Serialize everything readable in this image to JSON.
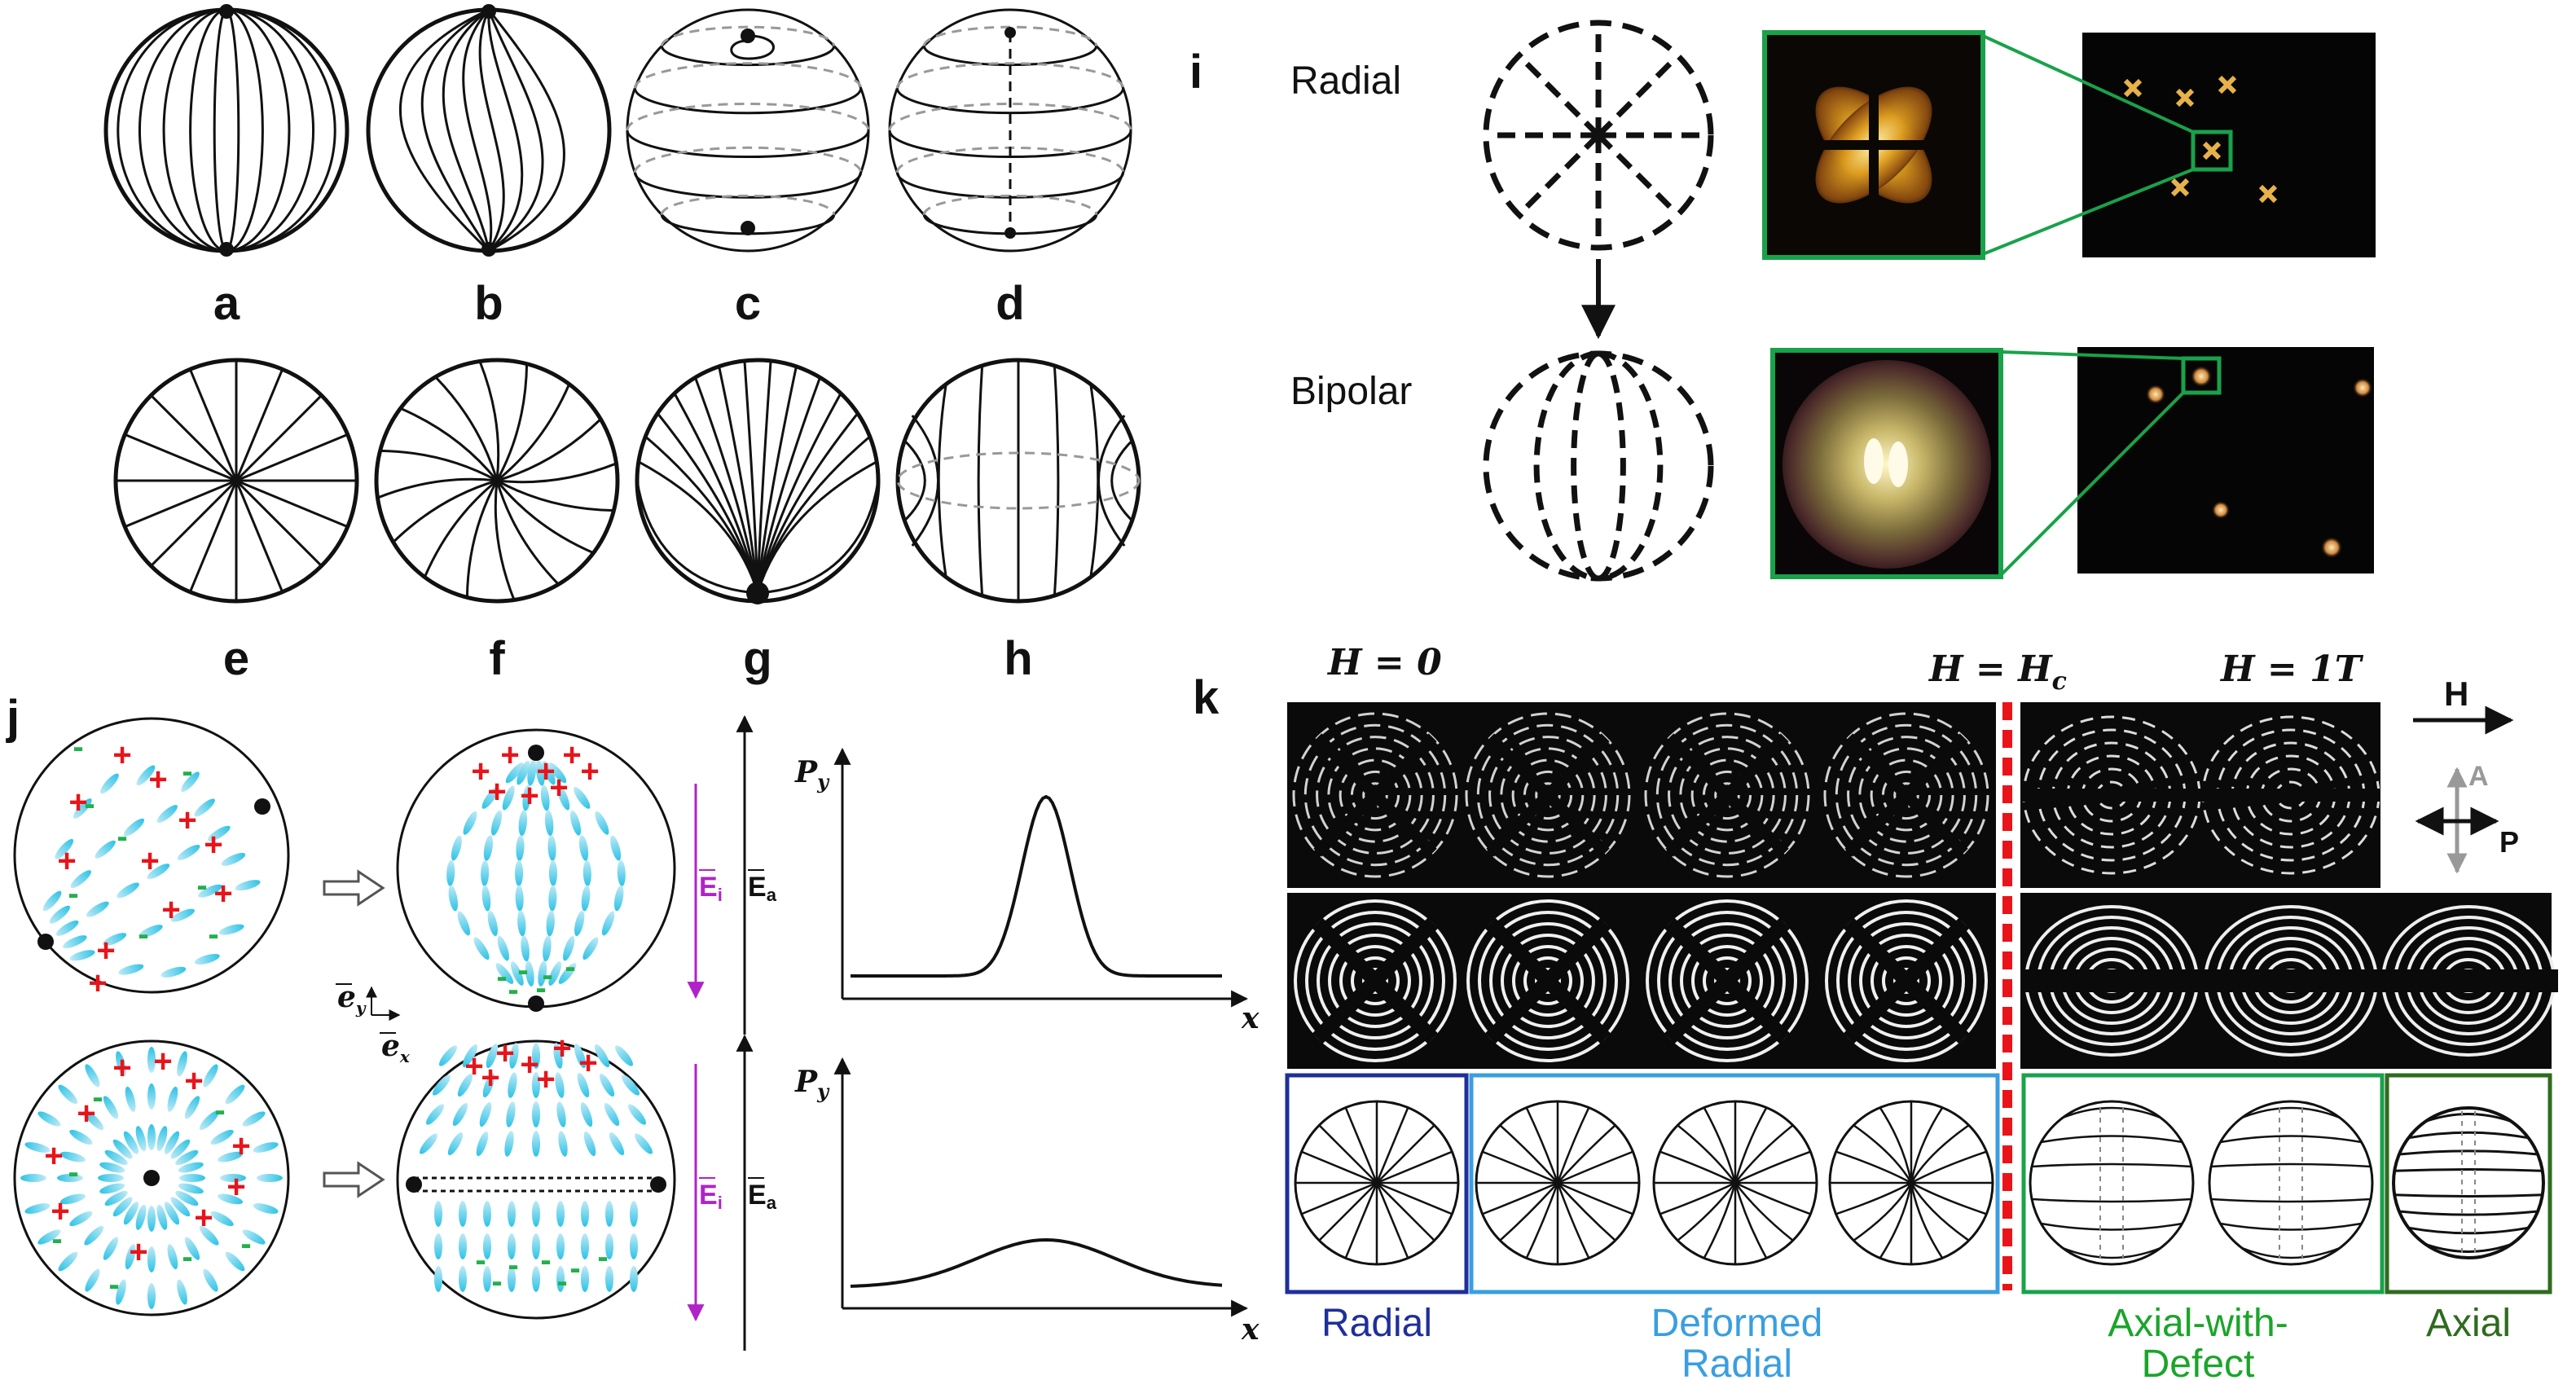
{
  "panels": {
    "a": "a",
    "b": "b",
    "c": "c",
    "d": "d",
    "e": "e",
    "f": "f",
    "g": "g",
    "h": "h",
    "i": "i",
    "j": "j",
    "k": "k"
  },
  "panel_i": {
    "radial_label": "Radial",
    "bipolar_label": "Bipolar"
  },
  "panel_j": {
    "field_internal": "E",
    "field_internal_sub": "i",
    "field_applied": "E",
    "field_applied_sub": "a",
    "basis_y": "e",
    "basis_y_sub": "y",
    "basis_x": "e",
    "basis_x_sub": "x",
    "plot_ylabel": "P",
    "plot_ylabel_sub": "y",
    "plot_xlabel": "x"
  },
  "panel_k": {
    "h_zero": "H = 0",
    "h_c_main": "H = H",
    "h_c_sub": "c",
    "h_one": "H = 1T",
    "field_arrow_label": "H",
    "analyzer_label": "A",
    "polarizer_label": "P",
    "categories": [
      {
        "line1": "Radial",
        "line2": "",
        "color": "#1f2f9a"
      },
      {
        "line1": "Deformed",
        "line2": "Radial",
        "color": "#3a9ee0"
      },
      {
        "line1": "Axial-with-",
        "line2": "Defect",
        "color": "#1aa52a"
      },
      {
        "line1": "Axial",
        "line2": "",
        "color": "#2f6b1f"
      }
    ]
  },
  "colors": {
    "accent_green_box": "#19a24a",
    "critical_line": "#e8141a",
    "field_magenta": "#b023c8"
  }
}
